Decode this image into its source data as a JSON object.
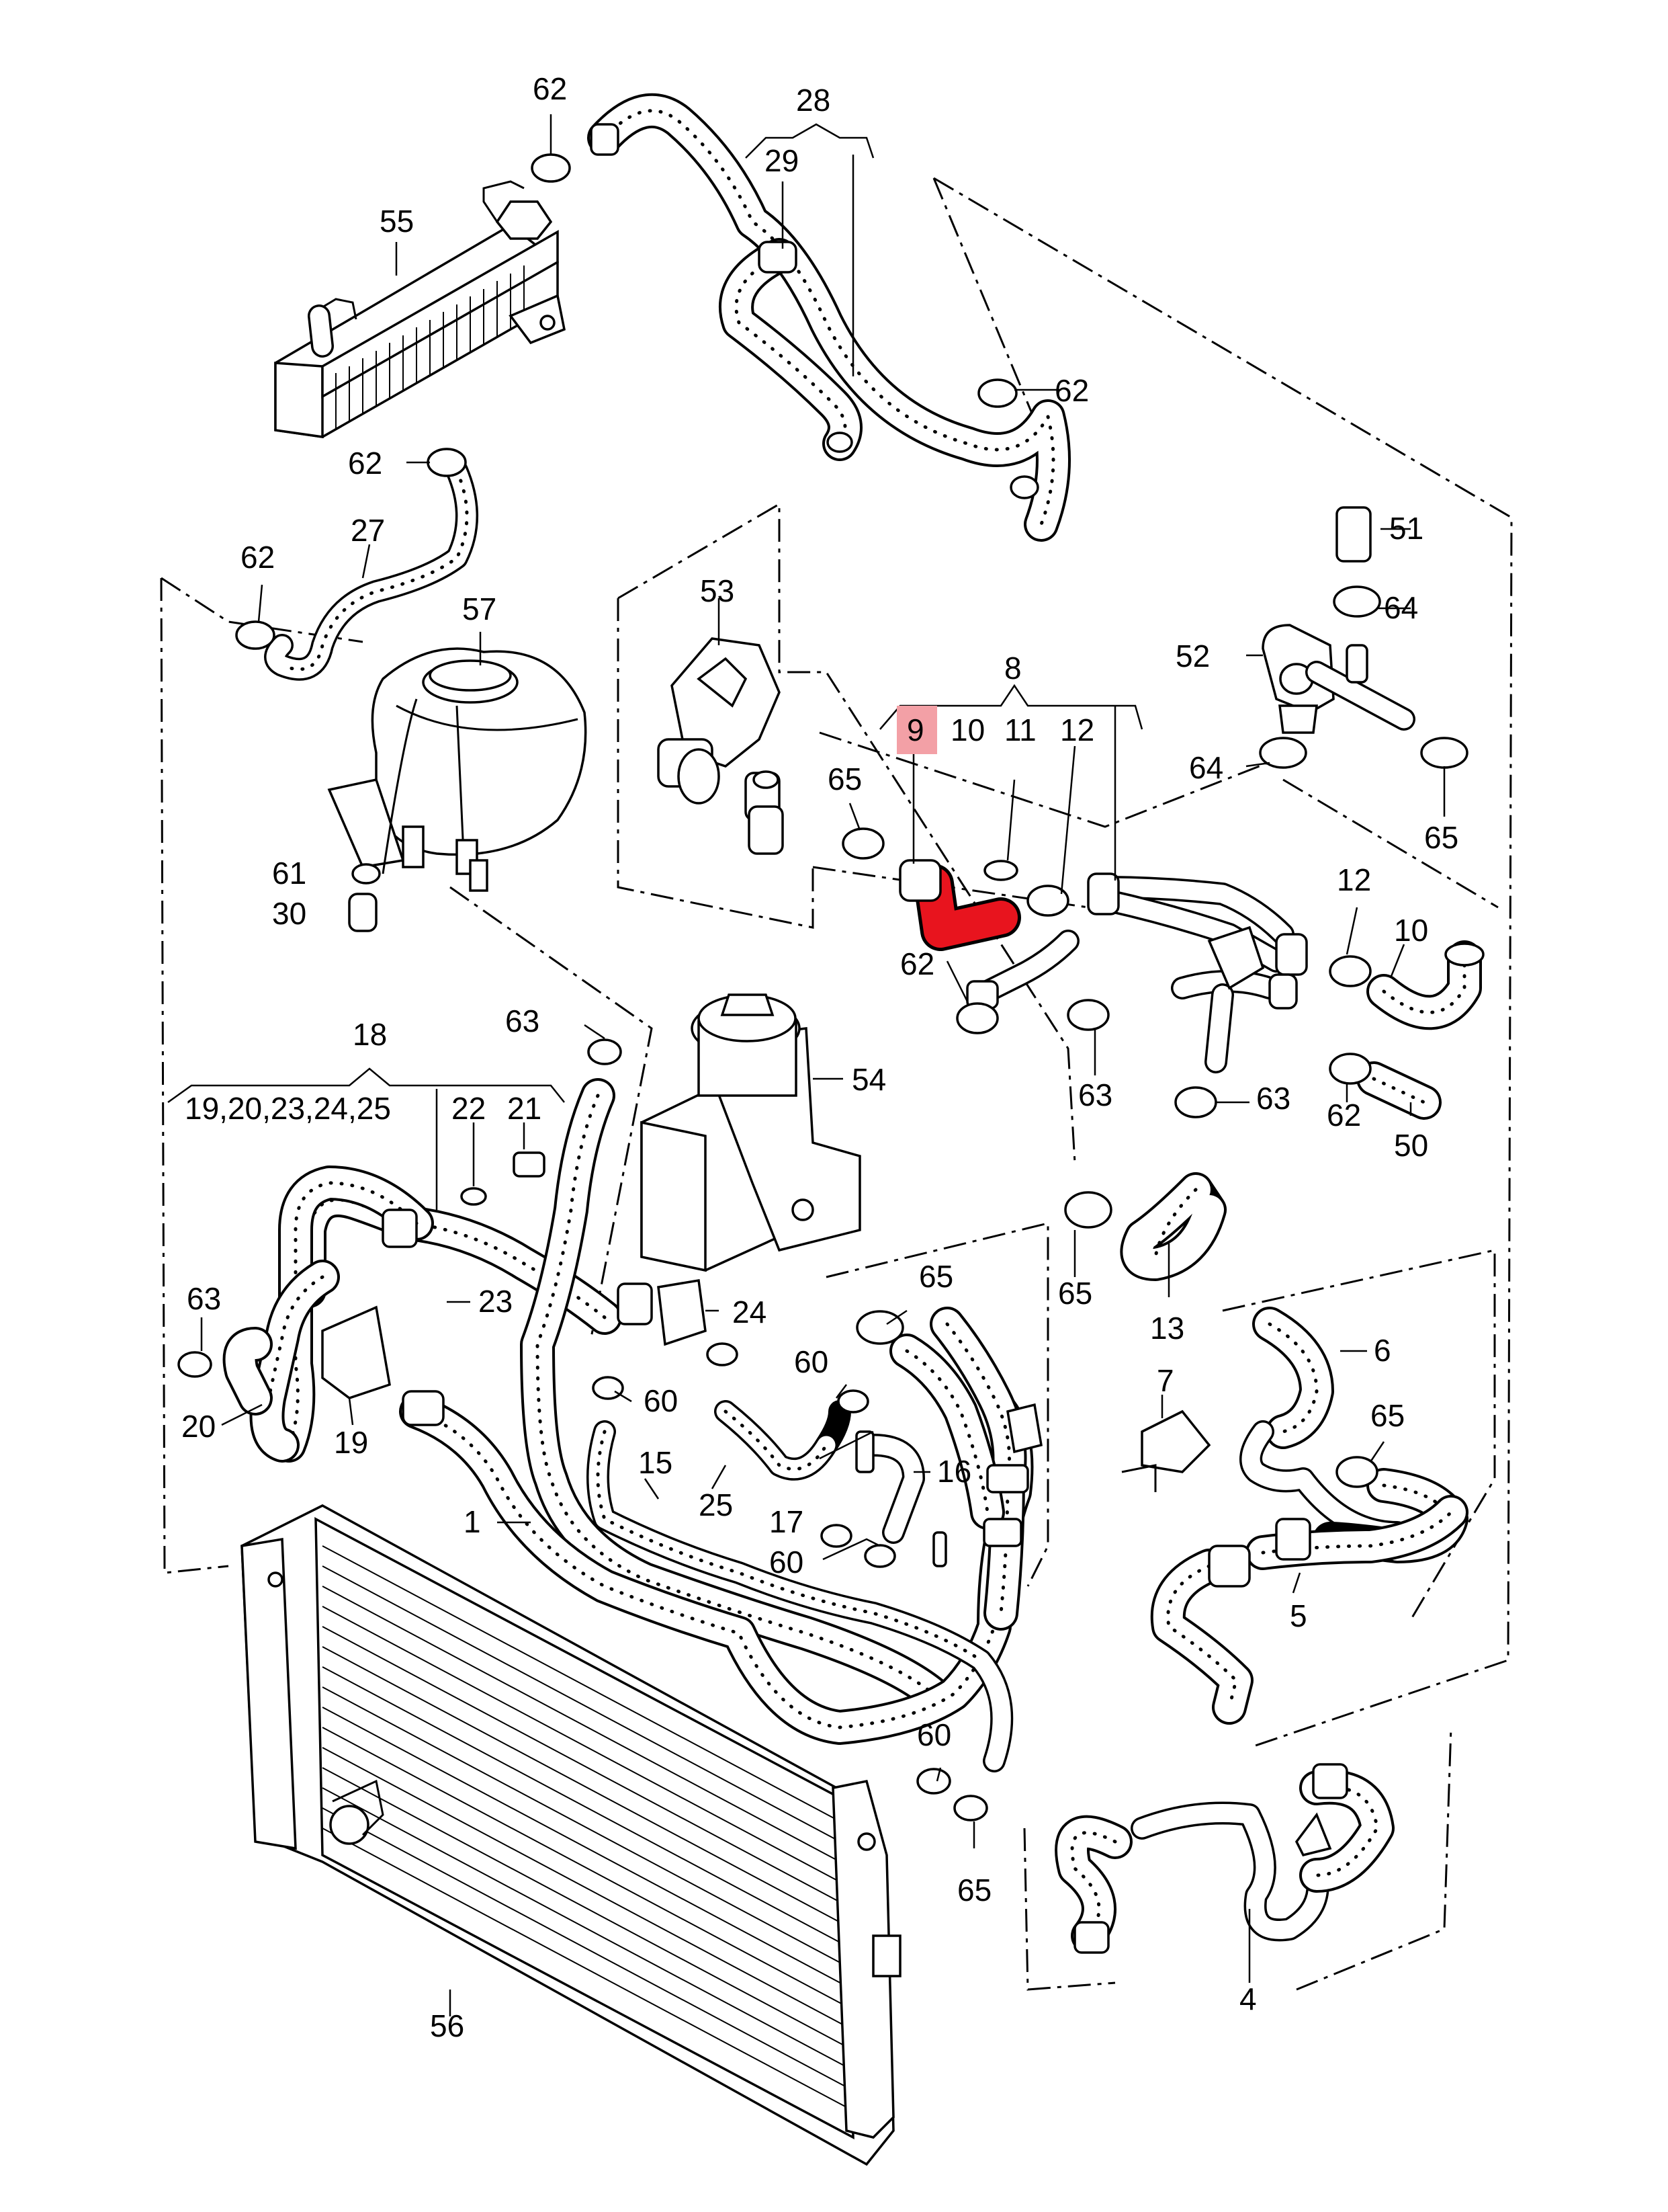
{
  "highlight_color": "#e8141e",
  "label_box_color": "#f3a0a6",
  "labels": {
    "l1": "1",
    "l4": "4",
    "l5": "5",
    "l6": "6",
    "l7": "7",
    "l8": "8",
    "l9": "9",
    "l10a": "10",
    "l10b": "10",
    "l11": "11",
    "l12a": "12",
    "l12b": "12",
    "l13": "13",
    "l15": "15",
    "l16": "16",
    "l17": "17",
    "l18": "18",
    "l19group": "19,20,23,24,25",
    "l19": "19",
    "l20": "20",
    "l21": "21",
    "l22": "22",
    "l23": "23",
    "l24": "24",
    "l25": "25",
    "l27": "27",
    "l28": "28",
    "l29": "29",
    "l30": "30",
    "l50": "50",
    "l51": "51",
    "l52": "52",
    "l53": "53",
    "l54": "54",
    "l55": "55",
    "l56": "56",
    "l57": "57",
    "l60a": "60",
    "l60b": "60",
    "l60c": "60",
    "l60d": "60",
    "l61": "61",
    "l62a": "62",
    "l62b": "62",
    "l62c": "62",
    "l62d": "62",
    "l62e": "62",
    "l62f": "62",
    "l63a": "63",
    "l63b": "63",
    "l63c": "63",
    "l63d": "63",
    "l64a": "64",
    "l64b": "64",
    "l65a": "65",
    "l65b": "65",
    "l65c": "65",
    "l65d": "65",
    "l65e": "65",
    "l65f": "65"
  }
}
